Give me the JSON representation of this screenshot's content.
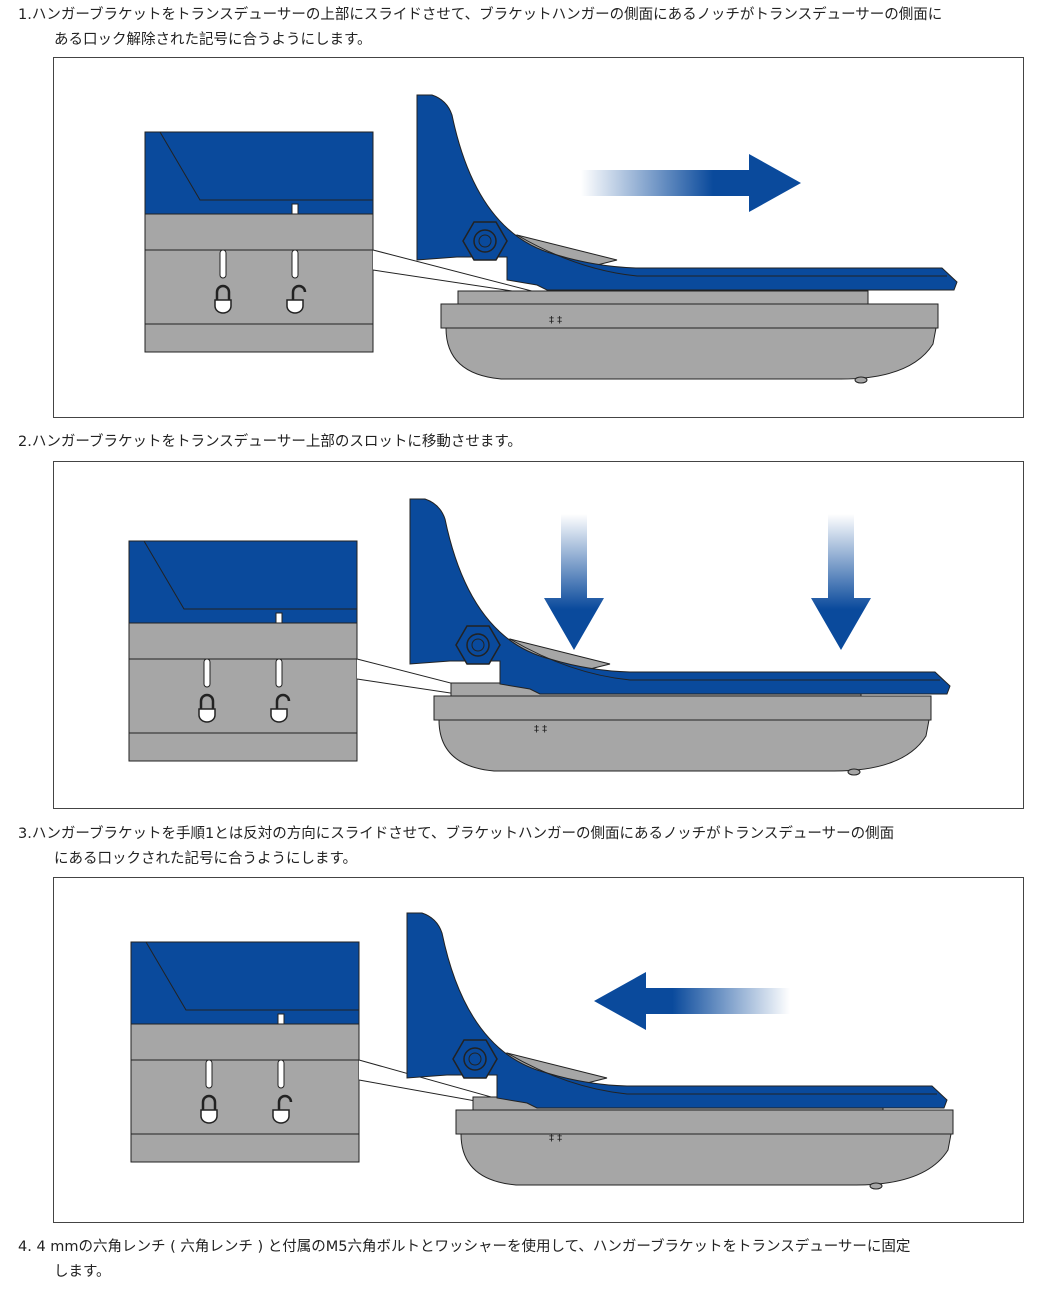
{
  "steps": [
    {
      "line1": "1.ハンガーブラケットをトランスデューサーの上部にスライドさせて、ブラケットハンガーの側面にあるノッチがトランスデューサーの側面に",
      "line2": "ある口ック解除された記号に合うようにします。"
    },
    {
      "line1": "2.ハンガーブラケットをトランスデューサー上部のスロットに移動させます。"
    },
    {
      "line1": "3.ハンガーブラケットを手順1とは反対の方向にスライドさせて、ブラケットハンガーの側面にあるノッチがトランスデューサーの側面",
      "line2": "にある口ックされた記号に合うようにします。"
    },
    {
      "line1": "4. 4 mmの六角レンチ ( 六角レンチ ) と付属のM5六角ボルトとワッシャーを使用して、ハンガーブラケットをトランスデューサーに固定",
      "line2": "します。"
    }
  ],
  "colors": {
    "bracket_blue": "#0a4a9c",
    "gray": "#a6a6a6",
    "outline": "#222222"
  }
}
